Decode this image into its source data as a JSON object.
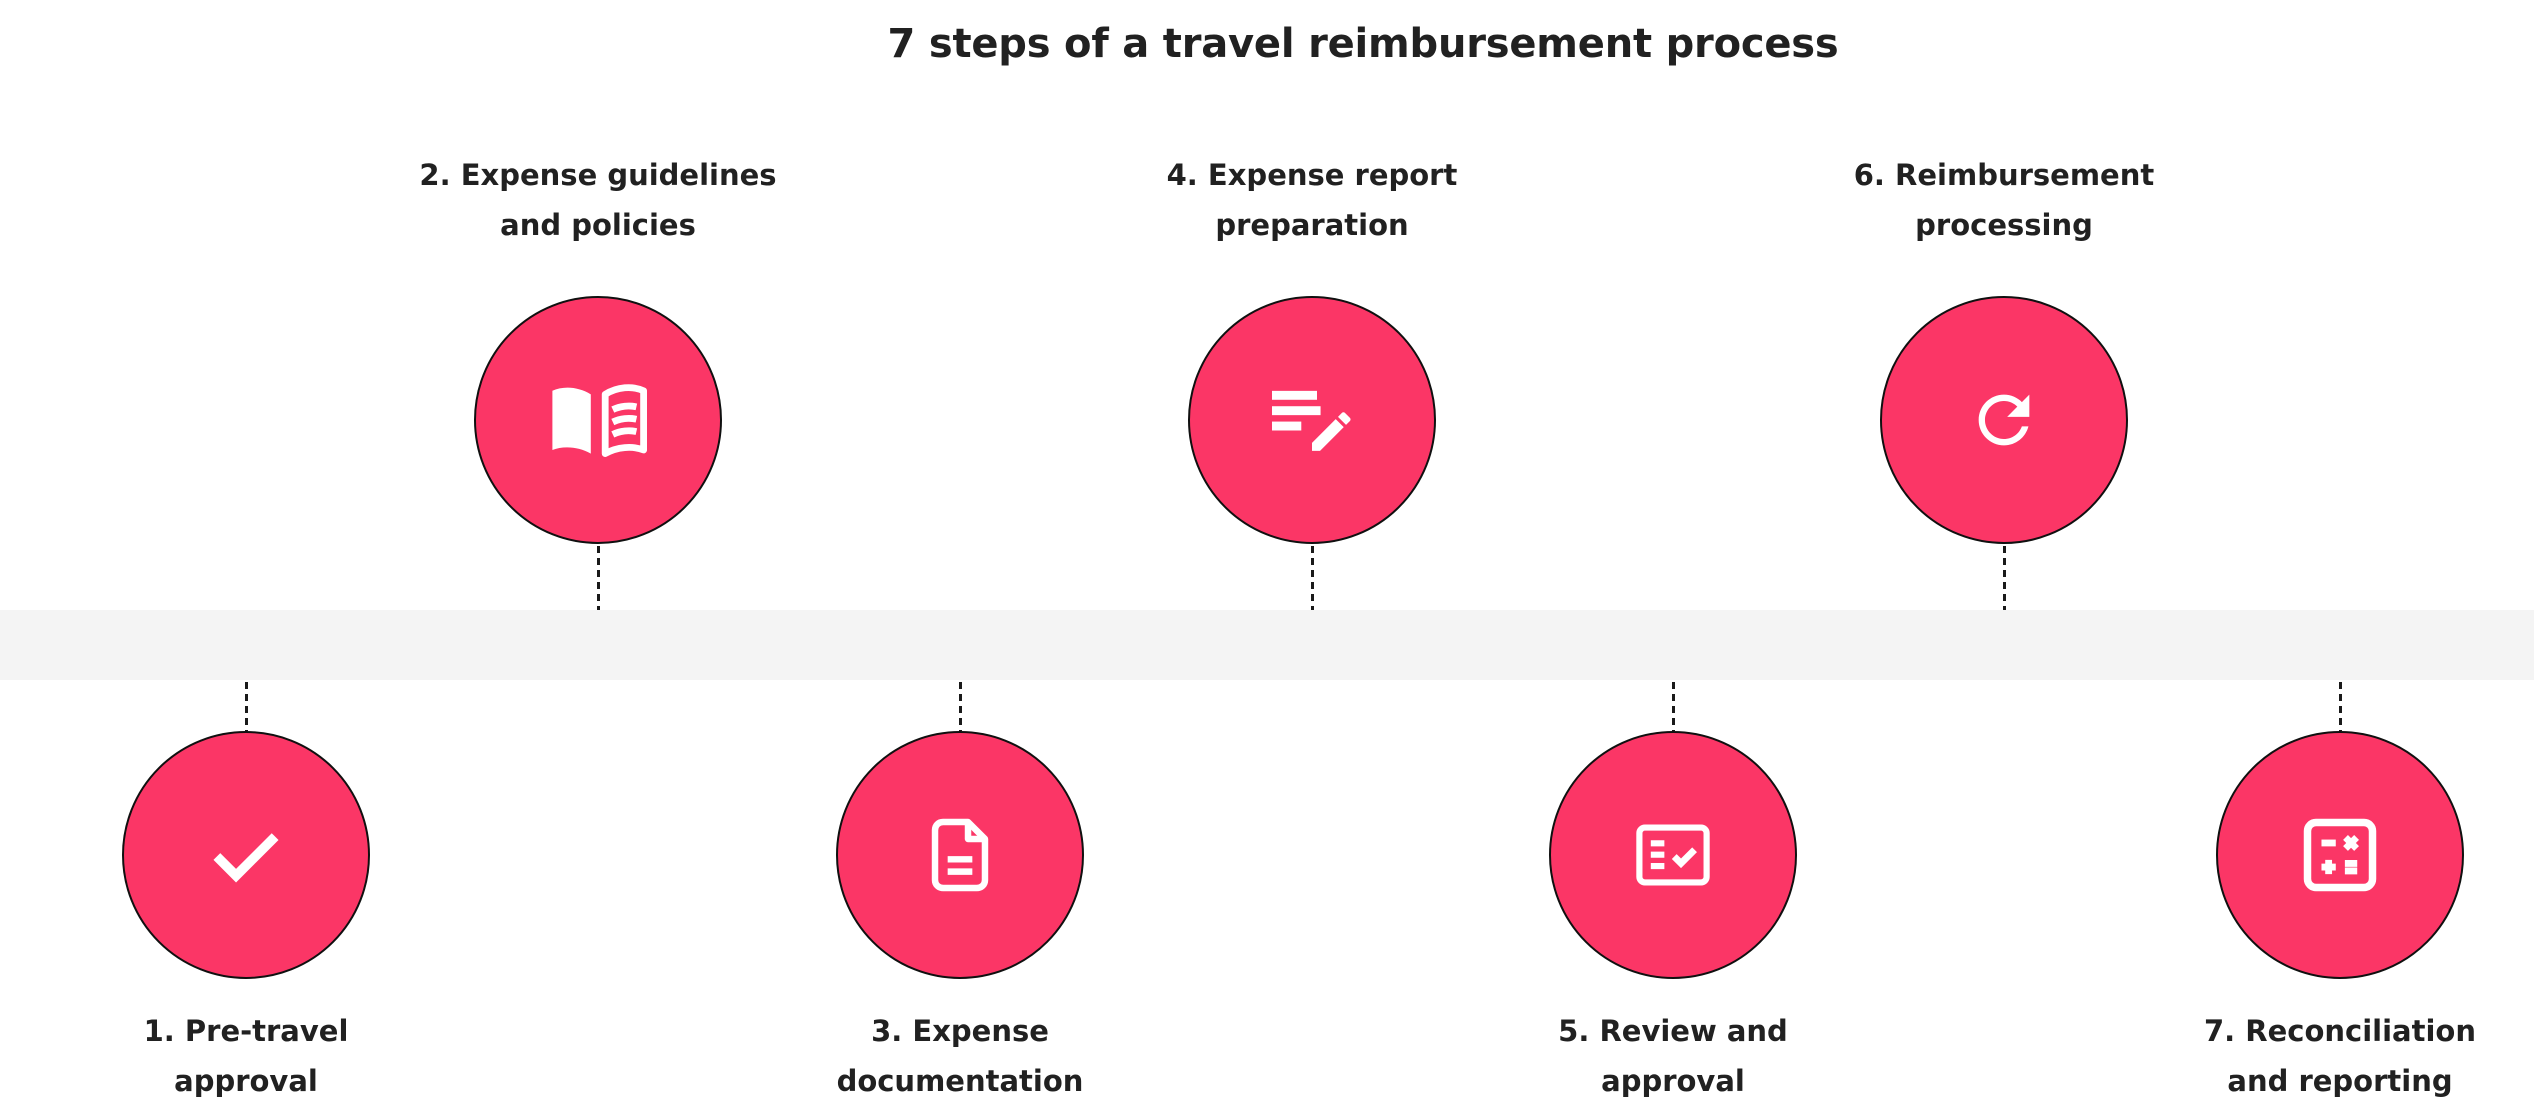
{
  "title": "7 steps of a travel reimbursement process",
  "colors": {
    "accent": "#fb3666",
    "band": "#f4f4f4",
    "text": "#212121",
    "connector": "#1a1a1a",
    "outline": "#101010",
    "icon": "#ffffff"
  },
  "steps": [
    {
      "number": 1,
      "line1": "1. Pre-travel",
      "line2": "approval",
      "icon": "check-icon",
      "row": "bottom"
    },
    {
      "number": 2,
      "line1": "2. Expense guidelines",
      "line2": "and policies",
      "icon": "open-book-icon",
      "row": "top"
    },
    {
      "number": 3,
      "line1": "3. Expense",
      "line2": "documentation",
      "icon": "document-icon",
      "row": "bottom"
    },
    {
      "number": 4,
      "line1": "4. Expense report",
      "line2": "preparation",
      "icon": "edit-note-icon",
      "row": "top"
    },
    {
      "number": 5,
      "line1": "5. Review and",
      "line2": "approval",
      "icon": "checklist-icon",
      "row": "bottom"
    },
    {
      "number": 6,
      "line1": "6. Reimbursement",
      "line2": "processing",
      "icon": "refresh-icon",
      "row": "top"
    },
    {
      "number": 7,
      "line1": "7. Reconciliation",
      "line2": "and reporting",
      "icon": "calculator-icon",
      "row": "bottom"
    }
  ]
}
